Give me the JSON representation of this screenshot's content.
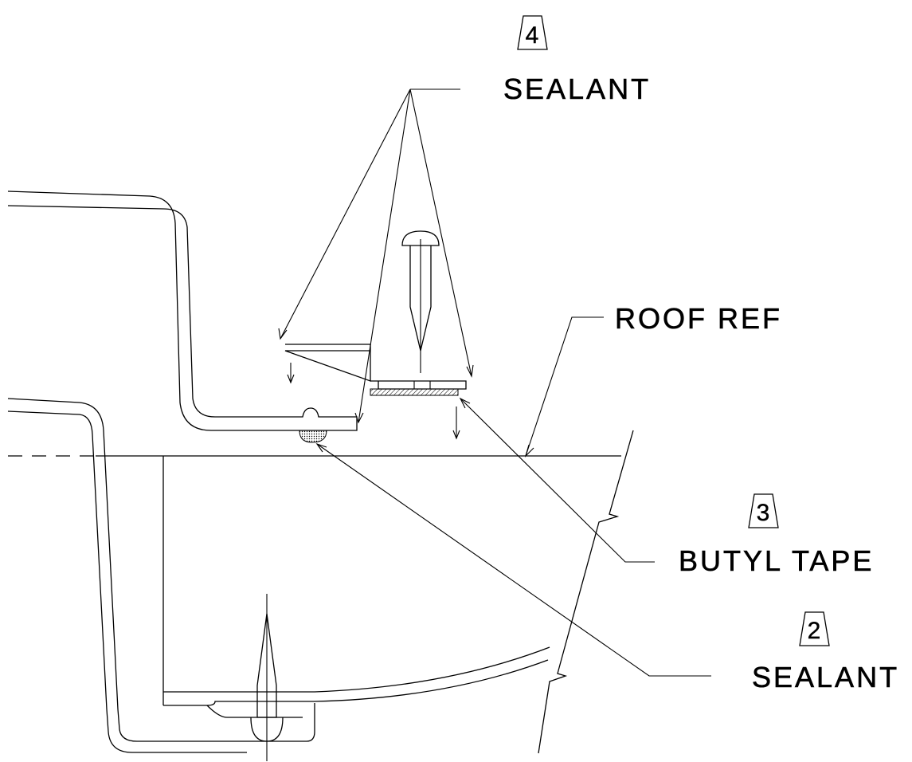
{
  "callouts": [
    {
      "id": "4",
      "text": "SEALANT"
    },
    {
      "id": "3",
      "text": "BUTYL TAPE"
    },
    {
      "id": "2",
      "text": "SEALANT"
    }
  ],
  "reference_label": "ROOF REF"
}
